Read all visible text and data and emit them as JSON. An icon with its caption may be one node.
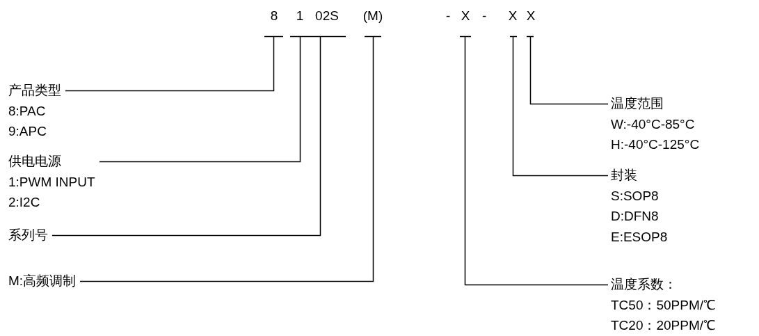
{
  "diagram": {
    "nodes": [
      {
        "text": [
          "8"
        ]
      },
      {
        "text": [
          "1"
        ]
      },
      {
        "text": [
          "02S"
        ]
      },
      {
        "text": [
          "(M)"
        ]
      },
      {
        "text": [
          "X"
        ]
      },
      {
        "text": [
          "X"
        ]
      },
      {
        "text": [
          "X"
        ]
      },
      {
        "text": [
          "产品类型",
          "8:PAC",
          "9:APC"
        ]
      },
      {
        "text": [
          "供电电源",
          "1:PWM INPUT",
          "2:I2C"
        ]
      },
      {
        "text": [
          "系列号"
        ]
      },
      {
        "text": [
          "M:高频调制"
        ]
      },
      {
        "text": [
          "温度范围",
          "W:-40°C-85°C",
          "H:-40°C-125°C"
        ]
      },
      {
        "text": [
          "封装",
          "S:SOP8",
          "D:DFN8",
          "E:ESOP8"
        ]
      },
      {
        "text": [
          "温度系数：",
          "TC50：50PPM/℃",
          "TC20：20PPM/℃"
        ]
      }
    ],
    "edges": [
      {
        "from": 0,
        "to": 7,
        "arrow": "none"
      },
      {
        "from": 1,
        "to": 8,
        "arrow": "none"
      },
      {
        "from": 2,
        "to": 9,
        "arrow": "none"
      },
      {
        "from": 3,
        "to": 10,
        "arrow": "none"
      },
      {
        "from": 4,
        "to": 13,
        "arrow": "none"
      },
      {
        "from": 5,
        "to": 12,
        "arrow": "none"
      },
      {
        "from": 6,
        "to": 11,
        "arrow": "none"
      }
    ],
    "labels": [
      "-",
      "-"
    ]
  }
}
